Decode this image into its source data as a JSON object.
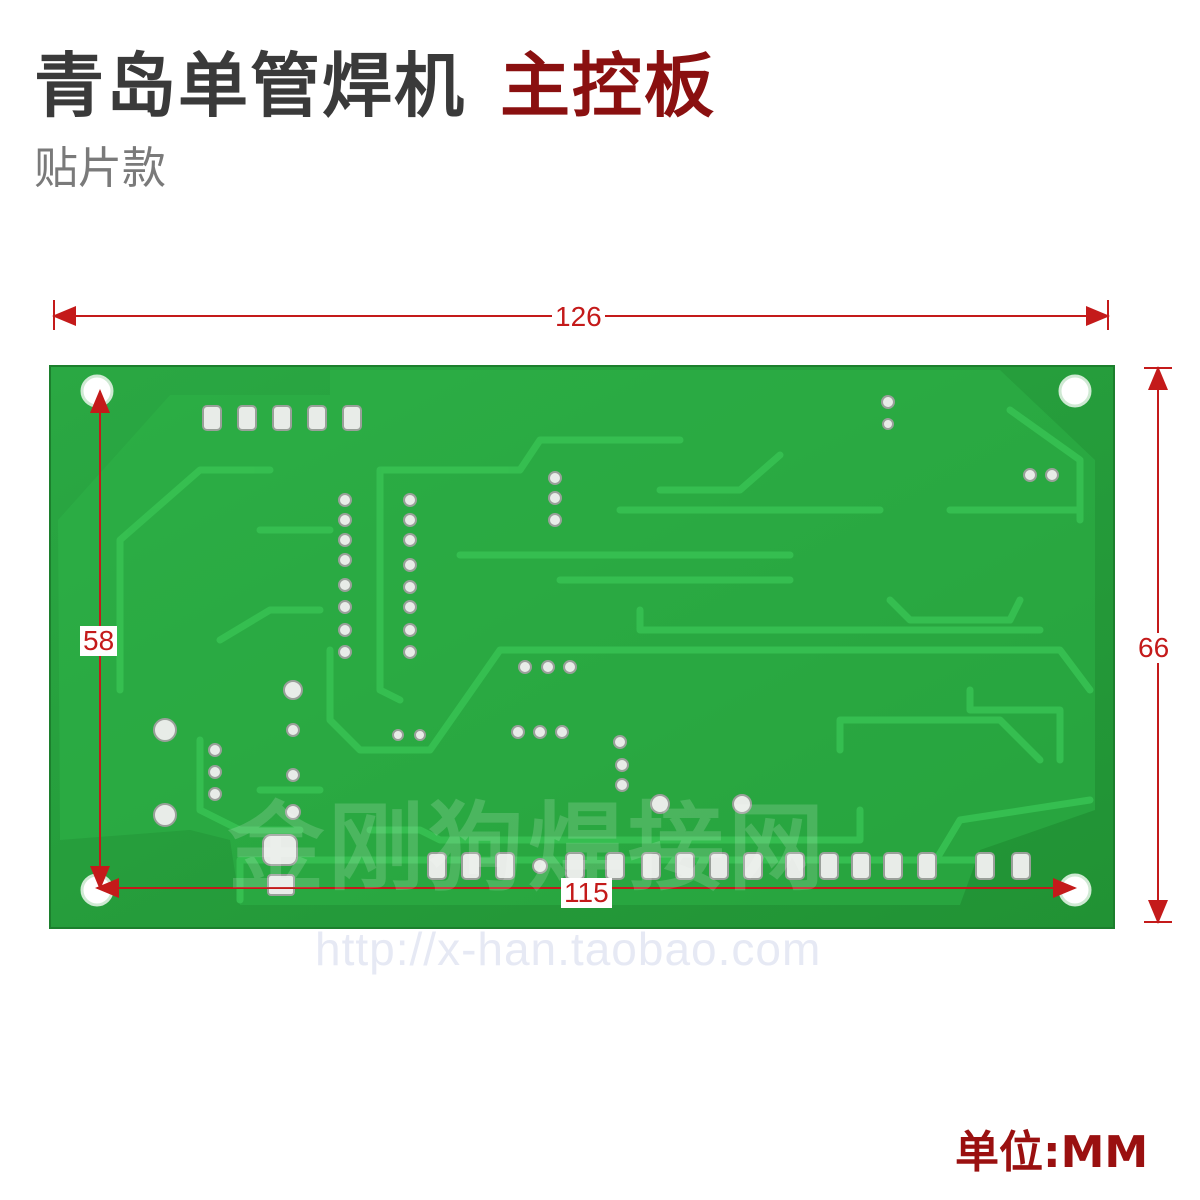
{
  "header": {
    "title_main": "青岛单管焊机",
    "title_accent": "主控板",
    "subtitle": "贴片款"
  },
  "dimensions": {
    "board_width": "126",
    "board_height": "66",
    "hole_spacing_horizontal": "115",
    "hole_spacing_vertical": "58"
  },
  "unit_label": "单位:MM",
  "watermark": {
    "url": "http://x-han.taobao.com",
    "text": "金刚狗焊接网"
  },
  "colors": {
    "pcb": "#27a23e",
    "trace": "#2fb348",
    "dimension": "#c41a1a",
    "title_accent": "#8a1010"
  }
}
